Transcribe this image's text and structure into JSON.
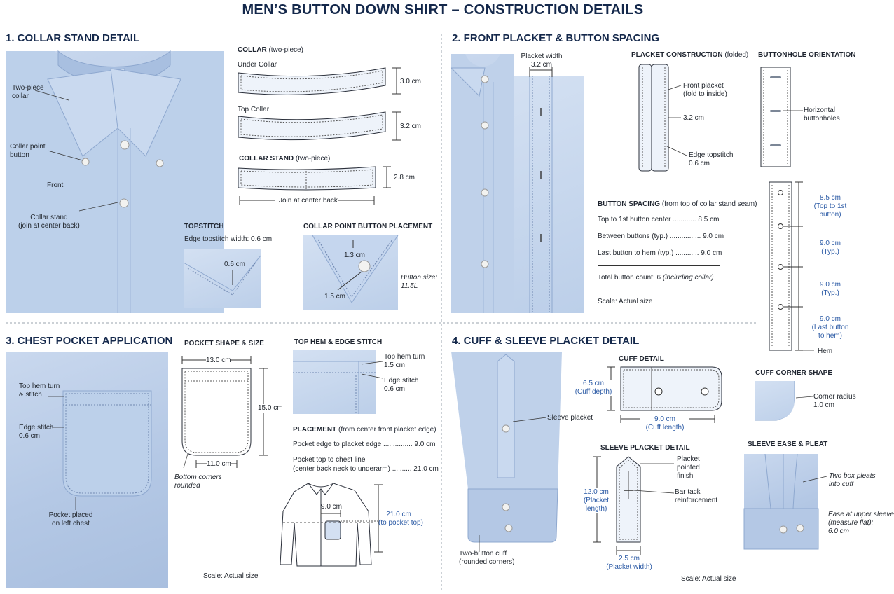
{
  "title": "MEN’S BUTTON DOWN SHIRT – CONSTRUCTION DETAILS",
  "s1": {
    "heading": "1. COLLAR STAND DETAIL",
    "photo_labels": {
      "two_piece": "Two-piece\ncollar",
      "collar_point": "Collar point\nbutton",
      "front": "Front",
      "collar_stand": "Collar stand\n(join at center back)"
    },
    "collar_title": "COLLAR",
    "collar_note": "(two-piece)",
    "under_collar": "Under Collar",
    "under_collar_dim": "3.0 cm",
    "top_collar": "Top Collar",
    "top_collar_dim": "3.2 cm",
    "stand_title": "COLLAR STAND",
    "stand_note": "(two-piece)",
    "stand_dim": "2.8 cm",
    "join_center_back": "Join at center back",
    "topstitch_title": "TOPSTITCH",
    "topstitch_text": "Edge topstitch width: 0.6 cm",
    "topstitch_dim": "0.6 cm",
    "cpb_title": "COLLAR POINT BUTTON PLACEMENT",
    "cpb_dim1": "1.3 cm",
    "cpb_dim2": "1.5 cm",
    "button_size": "Button size:\n11.5L"
  },
  "s2": {
    "heading": "2. FRONT PLACKET & BUTTON SPACING",
    "placket_width_label": "Placket width",
    "placket_width_val": "3.2 cm",
    "placket_construction_title": "PLACKET CONSTRUCTION",
    "placket_construction_note": "(folded)",
    "front_placket": "Front placket\n(fold to inside)",
    "pc_dim": "3.2 cm",
    "edge_topstitch": "Edge topstitch\n0.6 cm",
    "buttonhole_title": "BUTTONHOLE ORIENTATION",
    "horizontal": "Horizontal\nbuttonholes",
    "spacing_title": "BUTTON SPACING",
    "spacing_note": "(from top of collar stand seam)",
    "spacing_rows": [
      "Top to 1st button center ............ 8.5 cm",
      "Between buttons (typ.) ................ 9.0 cm",
      "Last button to hem (typ.) ............ 9.0 cm"
    ],
    "total_count": "Total button count: 6",
    "total_note": "(including collar)",
    "scale": "Scale: Actual size",
    "spacing_dims": [
      "8.5 cm\n(Top to 1st\nbutton)",
      "9.0 cm\n(Typ.)",
      "9.0 cm\n(Typ.)",
      "9.0 cm\n(Last button\nto hem)"
    ],
    "hem": "Hem"
  },
  "s3": {
    "heading": "3. CHEST POCKET APPLICATION",
    "photo_labels": {
      "top_hem": "Top hem turn\n& stitch",
      "edge_stitch": "Edge stitch\n0.6 cm",
      "pocket_placed": "Pocket placed\non left chest"
    },
    "shape_title": "POCKET SHAPE & SIZE",
    "width_top": "13.0 cm",
    "height": "15.0 cm",
    "width_bottom": "11.0 cm",
    "bottom_corners": "Bottom corners\nrounded",
    "tophem_title": "TOP HEM & EDGE STITCH",
    "tophem_turn": "Top hem turn\n1.5 cm",
    "tophem_edge": "Edge stitch\n0.6 cm",
    "placement_title": "PLACEMENT",
    "placement_note": "(from center front placket edge)",
    "placement_row1": "Pocket edge to placket edge ............... 9.0 cm",
    "placement_row2a": "Pocket top to chest line",
    "placement_row2b": "(center back neck to underarm) .......... 21.0 cm",
    "diag_dim1": "9.0 cm",
    "diag_dim2": "21.0 cm\n(to pocket top)",
    "scale": "Scale: Actual size"
  },
  "s4": {
    "heading": "4. CUFF & SLEEVE PLACKET DETAIL",
    "sleeve_placket": "Sleeve placket",
    "two_button_cuff": "Two-button cuff\n(rounded corners)",
    "cuff_title": "CUFF DETAIL",
    "cuff_depth": "6.5 cm\n(Cuff depth)",
    "cuff_length": "9.0 cm\n(Cuff length)",
    "corner_title": "CUFF CORNER SHAPE",
    "corner_radius": "Corner radius\n1.0 cm",
    "spd_title": "SLEEVE PLACKET DETAIL",
    "placket_pointed": "Placket\npointed\nfinish",
    "bar_tack": "Bar tack\nreinforcement",
    "placket_length": "12.0 cm\n(Placket\nlength)",
    "placket_width": "2.5 cm\n(Placket width)",
    "ease_title": "SLEEVE EASE & PLEAT",
    "box_pleats": "Two box pleats\ninto cuff",
    "ease_text": "Ease at upper sleeve\n(measure flat):\n6.0 cm",
    "scale": "Scale: Actual size"
  }
}
